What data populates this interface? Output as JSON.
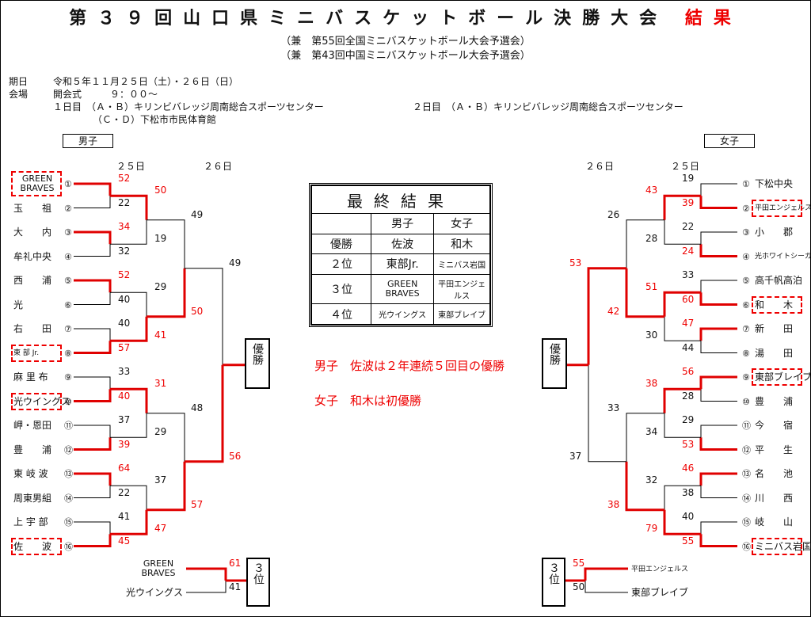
{
  "header": {
    "title_main": "第３９回山口県ミニバスケットボール決勝大会",
    "title_red": "結果",
    "sub1": "（兼　第55回全国ミニバスケットボール大会予選会）",
    "sub2": "（兼　第43回中国ミニバスケットボール大会予選会）"
  },
  "info": {
    "date_label": "期日",
    "date_value": "令和５年１１月２５日（土）・２６日（日）",
    "venue_label": "会場",
    "opening": "開会式　　　９：００～",
    "day1": "１日目　（Ａ・Ｂ）キリンビバレッジ周南総合スポーツセンター",
    "day1b": "（Ｃ・Ｄ）下松市市民体育館",
    "day2": "２日目　（Ａ・Ｂ）キリンビバレッジ周南総合スポーツセンター"
  },
  "boys": {
    "label": "男子",
    "day25": "２５日",
    "day26": "２６日",
    "teams": [
      "GREEN BRAVES",
      "玉　　祖",
      "大　　内",
      "牟礼中央",
      "西　　浦",
      "光　　",
      "右　　田",
      "東 部 Jr.",
      "麻 里 布",
      "光ウイングス",
      "岬・恩田",
      "豊　　浦",
      "東 岐 波",
      "周東男組",
      "上 宇 部",
      "佐　　波"
    ],
    "nums": [
      "①",
      "②",
      "③",
      "④",
      "⑤",
      "⑥",
      "⑦",
      "⑧",
      "⑨",
      "⑩",
      "⑪",
      "⑫",
      "⑬",
      "⑭",
      "⑮",
      "⑯"
    ],
    "r1": [
      "52",
      "22",
      "34",
      "32",
      "52",
      "40",
      "40",
      "57",
      "33",
      "40",
      "37",
      "39",
      "64",
      "22",
      "41",
      "45"
    ],
    "r2": [
      "50",
      "19",
      "29",
      "41",
      "31",
      "29",
      "37",
      "47"
    ],
    "r3": [
      "49",
      "50",
      "48",
      "57"
    ],
    "r4": [
      "49",
      "56"
    ],
    "third": {
      "team_a": "GREEN BRAVES",
      "score_a": "61",
      "team_b": "光ウイングス",
      "score_b": "41",
      "label": "３位"
    }
  },
  "girls": {
    "label": "女子",
    "day25": "２５日",
    "day26": "２６日",
    "teams": [
      "下松中央",
      "平田エンジェルス",
      "小　　郡",
      "光ホワイトシーガルズ",
      "高千帆高泊",
      "和　　木",
      "新　　田",
      "湯　　田",
      "東部ブレイブ",
      "豊　　浦",
      "今　　宿",
      "平　　生",
      "名　　池",
      "川　　西",
      "岐　　山",
      "ミニバス岩国"
    ],
    "nums": [
      "①",
      "②",
      "③",
      "④",
      "⑤",
      "⑥",
      "⑦",
      "⑧",
      "⑨",
      "⑩",
      "⑪",
      "⑫",
      "⑬",
      "⑭",
      "⑮",
      "⑯"
    ],
    "r1": [
      "19",
      "39",
      "22",
      "24",
      "33",
      "60",
      "47",
      "44",
      "56",
      "28",
      "29",
      "53",
      "46",
      "38",
      "40",
      "55"
    ],
    "r2": [
      "43",
      "28",
      "51",
      "30",
      "38",
      "34",
      "32",
      "79"
    ],
    "r3": [
      "26",
      "42",
      "33",
      "38"
    ],
    "r4": [
      "53",
      "37"
    ],
    "third": {
      "team_a": "平田エンジェルス",
      "score_a": "55",
      "team_b": "東部ブレイブ",
      "score_b": "50",
      "label": "３位"
    }
  },
  "champion_label": "優勝",
  "final_result": {
    "title": "最終結果",
    "col_boys": "男子",
    "col_girls": "女子",
    "rows": [
      {
        "rank": "優勝",
        "boys": "佐波",
        "girls": "和木"
      },
      {
        "rank": "２位",
        "boys": "東部Jr.",
        "girls": "ミニバス岩国"
      },
      {
        "rank": "３位",
        "boys": "GREEN BRAVES",
        "girls": "平田エンジェルス"
      },
      {
        "rank": "４位",
        "boys": "光ウイングス",
        "girls": "東部ブレイブ"
      }
    ]
  },
  "messages": {
    "boys": "男子　佐波は２年連続５回目の優勝",
    "girls": "女子　和木は初優勝"
  },
  "colors": {
    "win": "#e00000",
    "lose": "#000000"
  }
}
